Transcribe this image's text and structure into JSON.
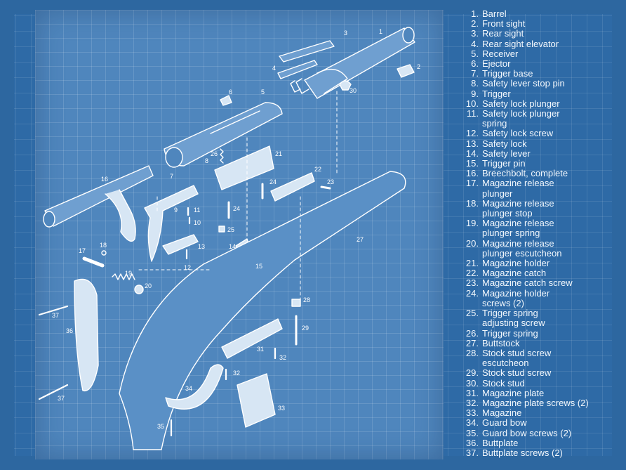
{
  "legend": [
    {
      "num": "1.",
      "label": "Barrel"
    },
    {
      "num": "2.",
      "label": "Front sight"
    },
    {
      "num": "3.",
      "label": "Rear sight"
    },
    {
      "num": "4.",
      "label": "Rear sight elevator"
    },
    {
      "num": "5.",
      "label": "Receiver"
    },
    {
      "num": "6.",
      "label": "Ejector"
    },
    {
      "num": "7.",
      "label": "Trigger base"
    },
    {
      "num": "8.",
      "label": "Safety lever stop pin"
    },
    {
      "num": "9.",
      "label": "Trigger"
    },
    {
      "num": "10.",
      "label": "Safety lock plunger"
    },
    {
      "num": "11.",
      "label": "Safety lock plunger\nspring"
    },
    {
      "num": "12.",
      "label": "Safety lock screw"
    },
    {
      "num": "13.",
      "label": "Safety lock"
    },
    {
      "num": "14.",
      "label": "Safety lever"
    },
    {
      "num": "15.",
      "label": "Trigger pin"
    },
    {
      "num": "16.",
      "label": "Breechbolt, complete"
    },
    {
      "num": "17.",
      "label": "Magazine release\nplunger"
    },
    {
      "num": "18.",
      "label": "Magazine release\nplunger stop"
    },
    {
      "num": "19.",
      "label": "Magazine release\nplunger spring"
    },
    {
      "num": "20.",
      "label": "Magazine release\nplunger escutcheon"
    },
    {
      "num": "21.",
      "label": "Magazine holder"
    },
    {
      "num": "22.",
      "label": "Magazine catch"
    },
    {
      "num": "23.",
      "label": "Magazine catch screw"
    },
    {
      "num": "24.",
      "label": "Magazine holder\nscrews (2)"
    },
    {
      "num": "25.",
      "label": "Trigger spring\n   adjusting screw"
    },
    {
      "num": "26.",
      "label": "Trigger spring"
    },
    {
      "num": "27.",
      "label": "Buttstock"
    },
    {
      "num": "28.",
      "label": "Stock stud screw\nescutcheon"
    },
    {
      "num": "29.",
      "label": "Stock stud screw"
    },
    {
      "num": "30.",
      "label": "Stock stud"
    },
    {
      "num": "31.",
      "label": "Magazine plate"
    },
    {
      "num": "32.",
      "label": "Magazine plate screws (2)"
    },
    {
      "num": "33.",
      "label": "Magazine"
    },
    {
      "num": "34.",
      "label": "Guard bow"
    },
    {
      "num": "35.",
      "label": "Guard bow screws (2)"
    },
    {
      "num": "36.",
      "label": "Buttplate"
    },
    {
      "num": "37.",
      "label": "Buttplate screws (2)"
    }
  ],
  "callouts": {
    "c1": "1",
    "c2": "2",
    "c3": "3",
    "c4": "4",
    "c5": "5",
    "c6": "6",
    "c7": "7",
    "c8": "8",
    "c9": "9",
    "c10": "10",
    "c11": "11",
    "c12": "12",
    "c13": "13",
    "c14": "14",
    "c15": "15",
    "c16": "16",
    "c17": "17",
    "c18": "18",
    "c19": "19",
    "c20": "20",
    "c21": "21",
    "c22": "22",
    "c23": "23",
    "c24a": "24",
    "c24b": "24",
    "c25": "25",
    "c26": "26",
    "c27": "27",
    "c28": "28",
    "c29": "29",
    "c30": "30",
    "c31": "31",
    "c32a": "32",
    "c32b": "32",
    "c33": "33",
    "c34": "34",
    "c35": "35",
    "c36": "36",
    "c37a": "37",
    "c37b": "37"
  },
  "colors": {
    "background": "#2e6aa6",
    "sheet": "#4f86bd",
    "ink": "#ffffff",
    "text": "#f2f7fc"
  }
}
